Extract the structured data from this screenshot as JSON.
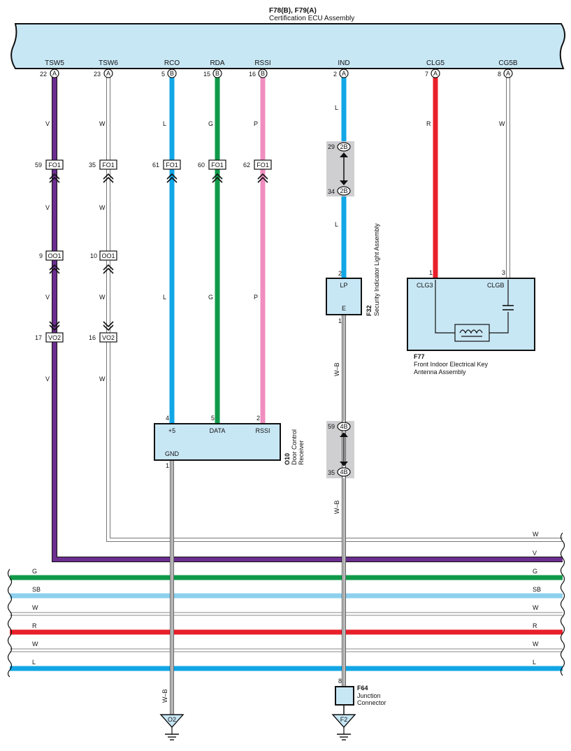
{
  "ecu": {
    "ids": "F78(B), F79(A)",
    "name": "Certification ECU Assembly",
    "pins": [
      {
        "label": "TSW5",
        "num": "22",
        "conn": "A"
      },
      {
        "label": "TSW6",
        "num": "23",
        "conn": "A"
      },
      {
        "label": "RCO",
        "num": "5",
        "conn": "B"
      },
      {
        "label": "RDA",
        "num": "15",
        "conn": "B"
      },
      {
        "label": "RSSI",
        "num": "16",
        "conn": "B"
      },
      {
        "label": "IND",
        "num": "2",
        "conn": "A"
      },
      {
        "label": "CLG5",
        "num": "7",
        "conn": "A"
      },
      {
        "label": "CG5B",
        "num": "8",
        "conn": "A"
      }
    ]
  },
  "wire_colors": {
    "V": "#6b2e8f",
    "W": "#ffffff",
    "L": "#12a6e6",
    "G": "#0f9a4a",
    "P": "#f08ec0",
    "R": "#e8202a",
    "SB": "#8dd0ee",
    "WB": "#ffffff"
  },
  "wire_labels": {
    "v": "V",
    "w": "W",
    "l": "L",
    "g": "G",
    "p": "P",
    "r": "R",
    "sb": "SB",
    "wb": "W–B"
  },
  "fo1": {
    "name": "FO1",
    "pins": [
      "59",
      "35",
      "61",
      "60",
      "62"
    ]
  },
  "oo1": {
    "name": "OO1",
    "pins": [
      "9",
      "10"
    ]
  },
  "vo2": {
    "name": "VO2",
    "pins": [
      "17",
      "16"
    ]
  },
  "jc_2b": {
    "name": "2B",
    "top": "29",
    "bottom": "34"
  },
  "jc_4b": {
    "name": "4B",
    "top": "59",
    "bottom": "35"
  },
  "f32": {
    "id": "F32",
    "name": "Security Indicator Light Assembly",
    "pin_top": "LP",
    "pin_bottom": "E",
    "num_top": "2",
    "num_bottom": "1"
  },
  "f77": {
    "id": "F77",
    "name_line1": "Front Indoor Electrical Key",
    "name_line2": "Antenna Assembly",
    "pin1": "CLG3",
    "pin2": "CLGB",
    "num1": "1",
    "num2": "3"
  },
  "o10": {
    "id": "O10",
    "name_line1": "Door Control",
    "name_line2": "Receiver",
    "pin_a": "+5",
    "pin_b": "DATA",
    "pin_c": "RSSI",
    "pin_gnd": "GND",
    "num_a": "4",
    "num_b": "5",
    "num_c": "2",
    "num_gnd": "1"
  },
  "f64": {
    "id": "F64",
    "name_line1": "Junction",
    "name_line2": "Connector",
    "num": "8"
  },
  "grounds": {
    "o2": "O2",
    "f2": "F2"
  }
}
